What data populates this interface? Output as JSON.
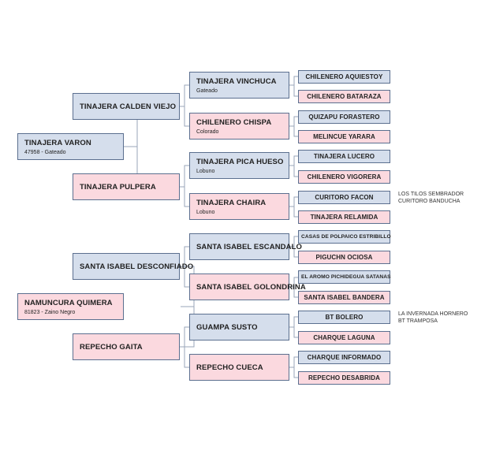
{
  "gen1": [
    {
      "name": "TINAJERA VARON",
      "sub": "47958 - Gateado",
      "sex": "male"
    },
    {
      "name": "NAMUNCURA QUIMERA",
      "sub": "81823 - Zaino Negro",
      "sex": "female"
    }
  ],
  "gen2": [
    {
      "name": "TINAJERA CALDEN VIEJO",
      "sex": "male"
    },
    {
      "name": "TINAJERA PULPERA",
      "sex": "female"
    },
    {
      "name": "SANTA ISABEL DESCONFIADO",
      "sex": "male"
    },
    {
      "name": "REPECHO GAITA",
      "sex": "female"
    }
  ],
  "gen3": [
    {
      "name": "TINAJERA VINCHUCA",
      "sub": "Gateado",
      "sex": "male"
    },
    {
      "name": "CHILENERO CHISPA",
      "sub": "Colorado",
      "sex": "female"
    },
    {
      "name": "TINAJERA PICA HUESO",
      "sub": "Lobuno",
      "sex": "male"
    },
    {
      "name": "TINAJERA CHAIRA",
      "sub": "Lobuno",
      "sex": "female"
    },
    {
      "name": "SANTA ISABEL ESCANDALO",
      "sex": "male"
    },
    {
      "name": "SANTA ISABEL GOLONDRINA",
      "sex": "female"
    },
    {
      "name": "GUAMPA SUSTO",
      "sex": "male"
    },
    {
      "name": "REPECHO CUECA",
      "sex": "female"
    }
  ],
  "gen4": [
    {
      "name": "CHILENERO AQUIESTOY",
      "sex": "male"
    },
    {
      "name": "CHILENERO BATARAZA",
      "sex": "female"
    },
    {
      "name": "QUIZAPU FORASTERO",
      "sex": "male"
    },
    {
      "name": "MELINCUE YARARA",
      "sex": "female"
    },
    {
      "name": "TINAJERA LUCERO",
      "sex": "male"
    },
    {
      "name": "CHILENERO VIGORERA",
      "sex": "female"
    },
    {
      "name": "CURITORO FACON",
      "sex": "male"
    },
    {
      "name": "TINAJERA RELAMIDA",
      "sex": "female"
    },
    {
      "name": "CASAS DE POLPAICO ESTRIBILLO",
      "sex": "male"
    },
    {
      "name": "PIGUCHN OCIOSA",
      "sex": "female"
    },
    {
      "name": "EL AROMO PICHIDEGUA SATANAS",
      "sex": "male"
    },
    {
      "name": "SANTA ISABEL BANDERA",
      "sex": "female"
    },
    {
      "name": "BT BOLERO",
      "sex": "male"
    },
    {
      "name": "CHARQUE LAGUNA",
      "sex": "female"
    },
    {
      "name": "CHARQUE INFORMADO",
      "sex": "male"
    },
    {
      "name": "REPECHO DESABRIDA",
      "sex": "female"
    }
  ],
  "notes": {
    "curitoro_facon": {
      "line1": "LOS TILOS SEMBRADOR",
      "line2": "CURITORO BANDUCHA"
    },
    "bt_bolero": {
      "line1": "LA INVERNADA HORNERO",
      "line2": "BT TRAMPOSA"
    }
  },
  "colors": {
    "male": "#d5deec",
    "female": "#fbd9df",
    "border": "#5b6f8f"
  }
}
